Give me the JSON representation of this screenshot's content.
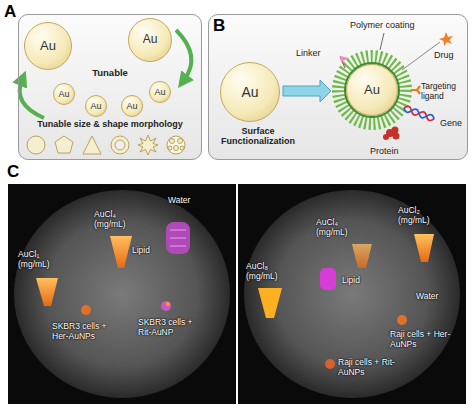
{
  "diagram": {
    "nodes": [
      {
        "text": [
          "A"
        ]
      },
      {
        "text": [
          "Au"
        ],
        "in": 0
      },
      {
        "text": [
          "Au"
        ],
        "in": 0
      },
      {
        "text": [
          "Au"
        ],
        "in": 0
      },
      {
        "text": [
          "Au"
        ],
        "in": 0
      },
      {
        "text": [
          "Au"
        ],
        "in": 0
      },
      {
        "text": [
          "Au"
        ],
        "in": 0
      },
      {
        "text": [
          "B"
        ]
      },
      {
        "text": [
          "Au"
        ],
        "in": 7
      },
      {
        "text": [
          "Au"
        ],
        "in": 7
      }
    ],
    "edges": [
      {
        "from": 8,
        "to": 9,
        "arrow": "to"
      }
    ],
    "labels": [
      "Tunable",
      "Tunable size & shape morphology",
      "Surface Functionalization",
      "Polymer coating",
      "Linker",
      "Drug",
      "Targeting ligand",
      "Gene",
      "Protein",
      "C",
      "Water",
      "AuCl₄ (mg/mL)",
      "Lipid",
      "AuCl₁ (mg/mL)",
      "SKBR3 cells + Her-AuNPs",
      "SKBR3 cells + Rit-AuNP",
      "AuCl₂ (mg/mL)",
      "AuCl₄ (mg/mL)",
      "AuCl₈ (mg/mL)",
      "Lipid",
      "Water",
      "Raji cells + Her-AuNPs",
      "Raji cells + Rit-AuNPs"
    ]
  }
}
